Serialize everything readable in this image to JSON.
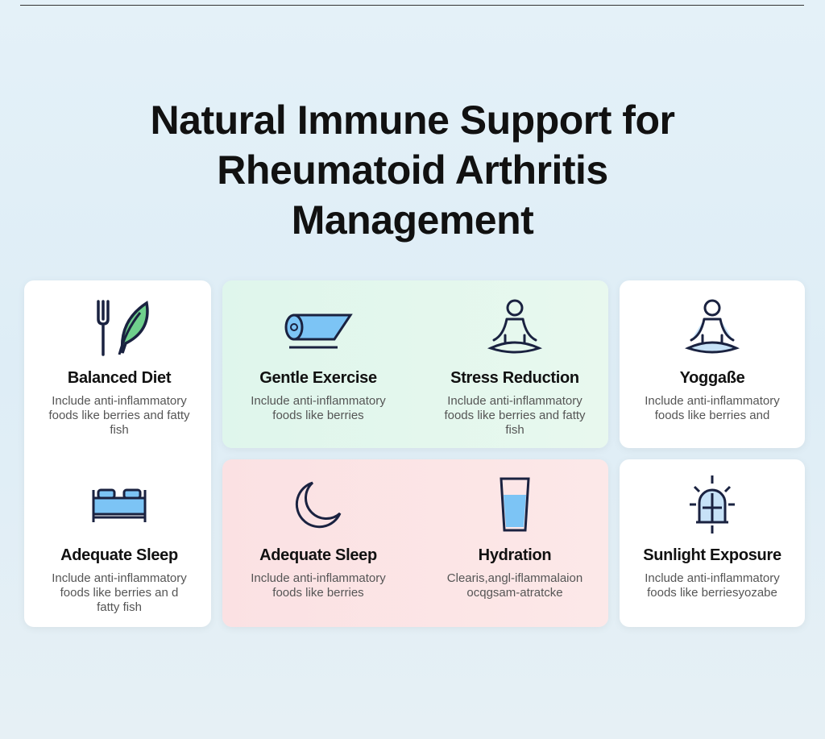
{
  "title_lines": [
    "Natural Immune Support for",
    "Rheumatoid Arthritis",
    "Management"
  ],
  "items": [
    {
      "heading": "Balanced Diet",
      "desc": "Include anti-inflammatory foods like berries and fatty fish",
      "icon": "fork-leaf-icon"
    },
    {
      "heading": "Gentle Exercise",
      "desc": "Include anti-inflammatory foods like berries",
      "icon": "yoga-mat-icon"
    },
    {
      "heading": "Stress Reduction",
      "desc": "Include anti-inflammatory foods like berries and fatty fish",
      "icon": "meditation-icon"
    },
    {
      "heading": "Yoggaße",
      "desc": "Include anti-inflammatory foods like berries and",
      "icon": "meditation-icon"
    },
    {
      "heading": "Adequate Sleep",
      "desc": "Include anti-inflammatory foods like berries an d fatty fish",
      "icon": "bed-icon"
    },
    {
      "heading": "Adequate Sleep",
      "desc": "Include anti-inflammatory foods like berries",
      "icon": "moon-icon"
    },
    {
      "heading": "Hydration",
      "desc": "Clearis,angl-iflammalaion ocqgsam-atratcke",
      "icon": "water-glass-icon"
    },
    {
      "heading": "Sunlight Exposure",
      "desc": "Include anti-inflammatory foods like berriesyozabe",
      "icon": "sun-window-icon"
    }
  ]
}
